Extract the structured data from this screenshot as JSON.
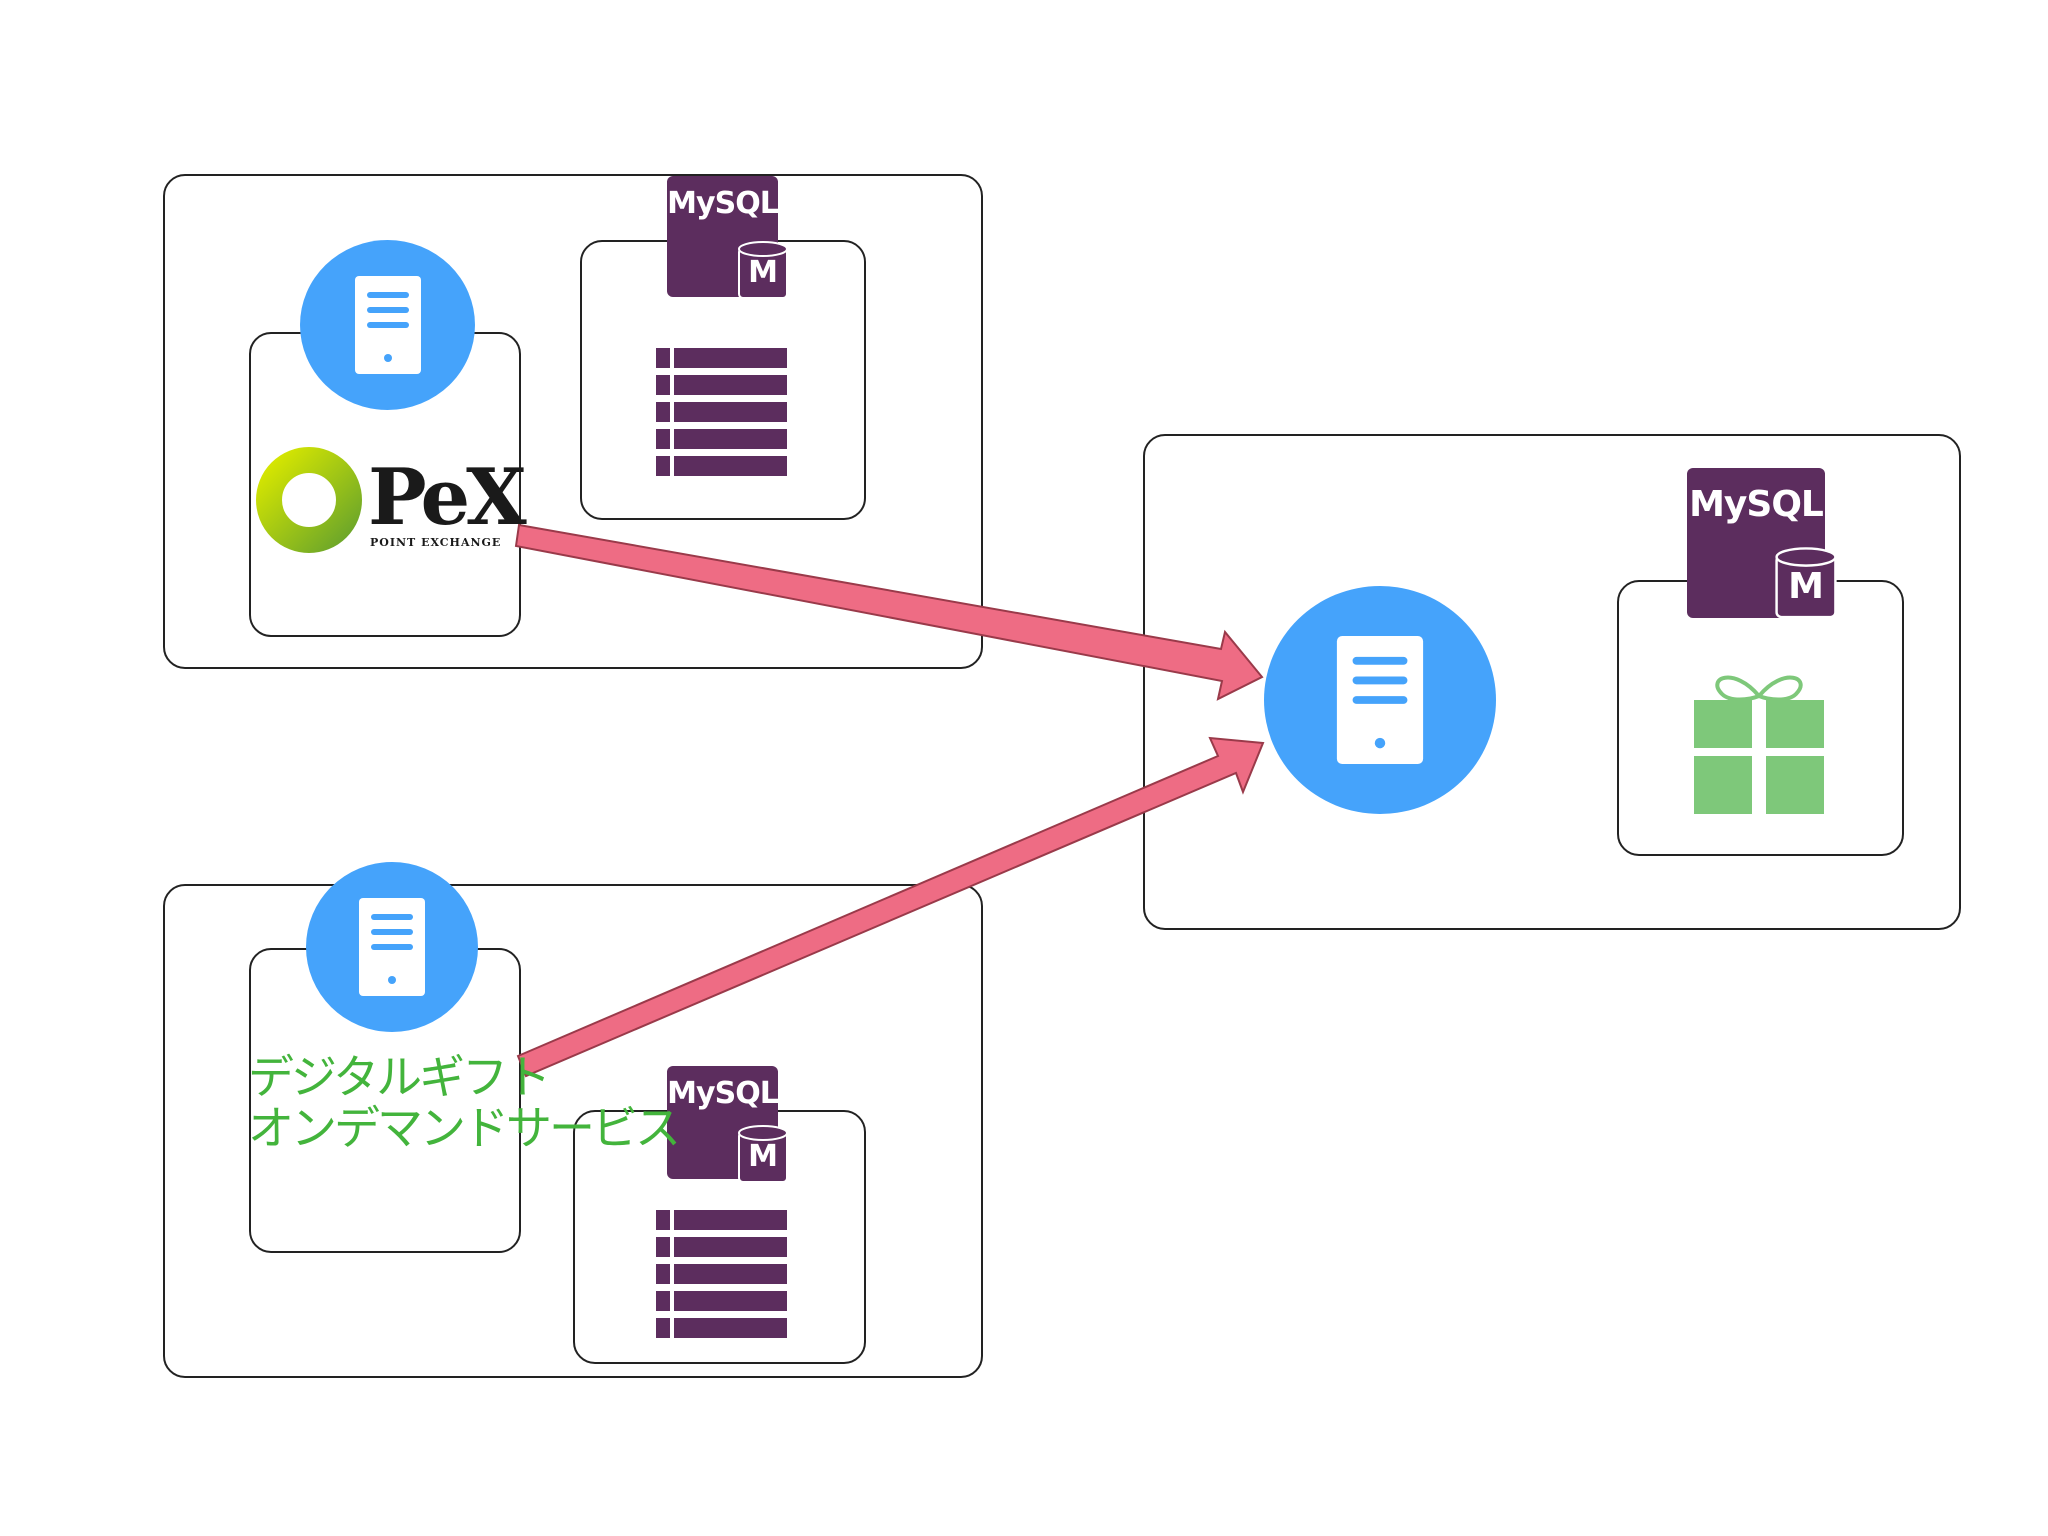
{
  "colors": {
    "server_circle": "#45a3fb",
    "server_icon": "#ffffff",
    "mysql_purple": "#5c2d5e",
    "arrow_fill": "#ee6c84",
    "arrow_stroke": "#9a3a4a",
    "gift_green": "#7ec87a",
    "jp_text_green": "#43b43c",
    "pex_ring_light": "#d9e800",
    "pex_ring_dark": "#6aa52a"
  },
  "nodes": {
    "pex": {
      "server_icon": "server-icon",
      "db_badge": "MySQL",
      "db_badge_sub": "M",
      "db_icon": "table-icon",
      "logo_word": "PeX",
      "logo_sub": "POINT EXCHANGE"
    },
    "digital_gift": {
      "server_icon": "server-icon",
      "db_badge": "MySQL",
      "db_badge_sub": "M",
      "db_icon": "table-icon",
      "label_line1": "デジタルギフト",
      "label_line2": "オンデマンドサービス"
    },
    "gift_service": {
      "server_icon": "server-icon",
      "db_badge": "MySQL",
      "db_badge_sub": "M",
      "db_icon": "gift-icon"
    }
  },
  "edges": [
    {
      "from": "pex",
      "to": "gift_service"
    },
    {
      "from": "digital_gift",
      "to": "gift_service"
    }
  ]
}
